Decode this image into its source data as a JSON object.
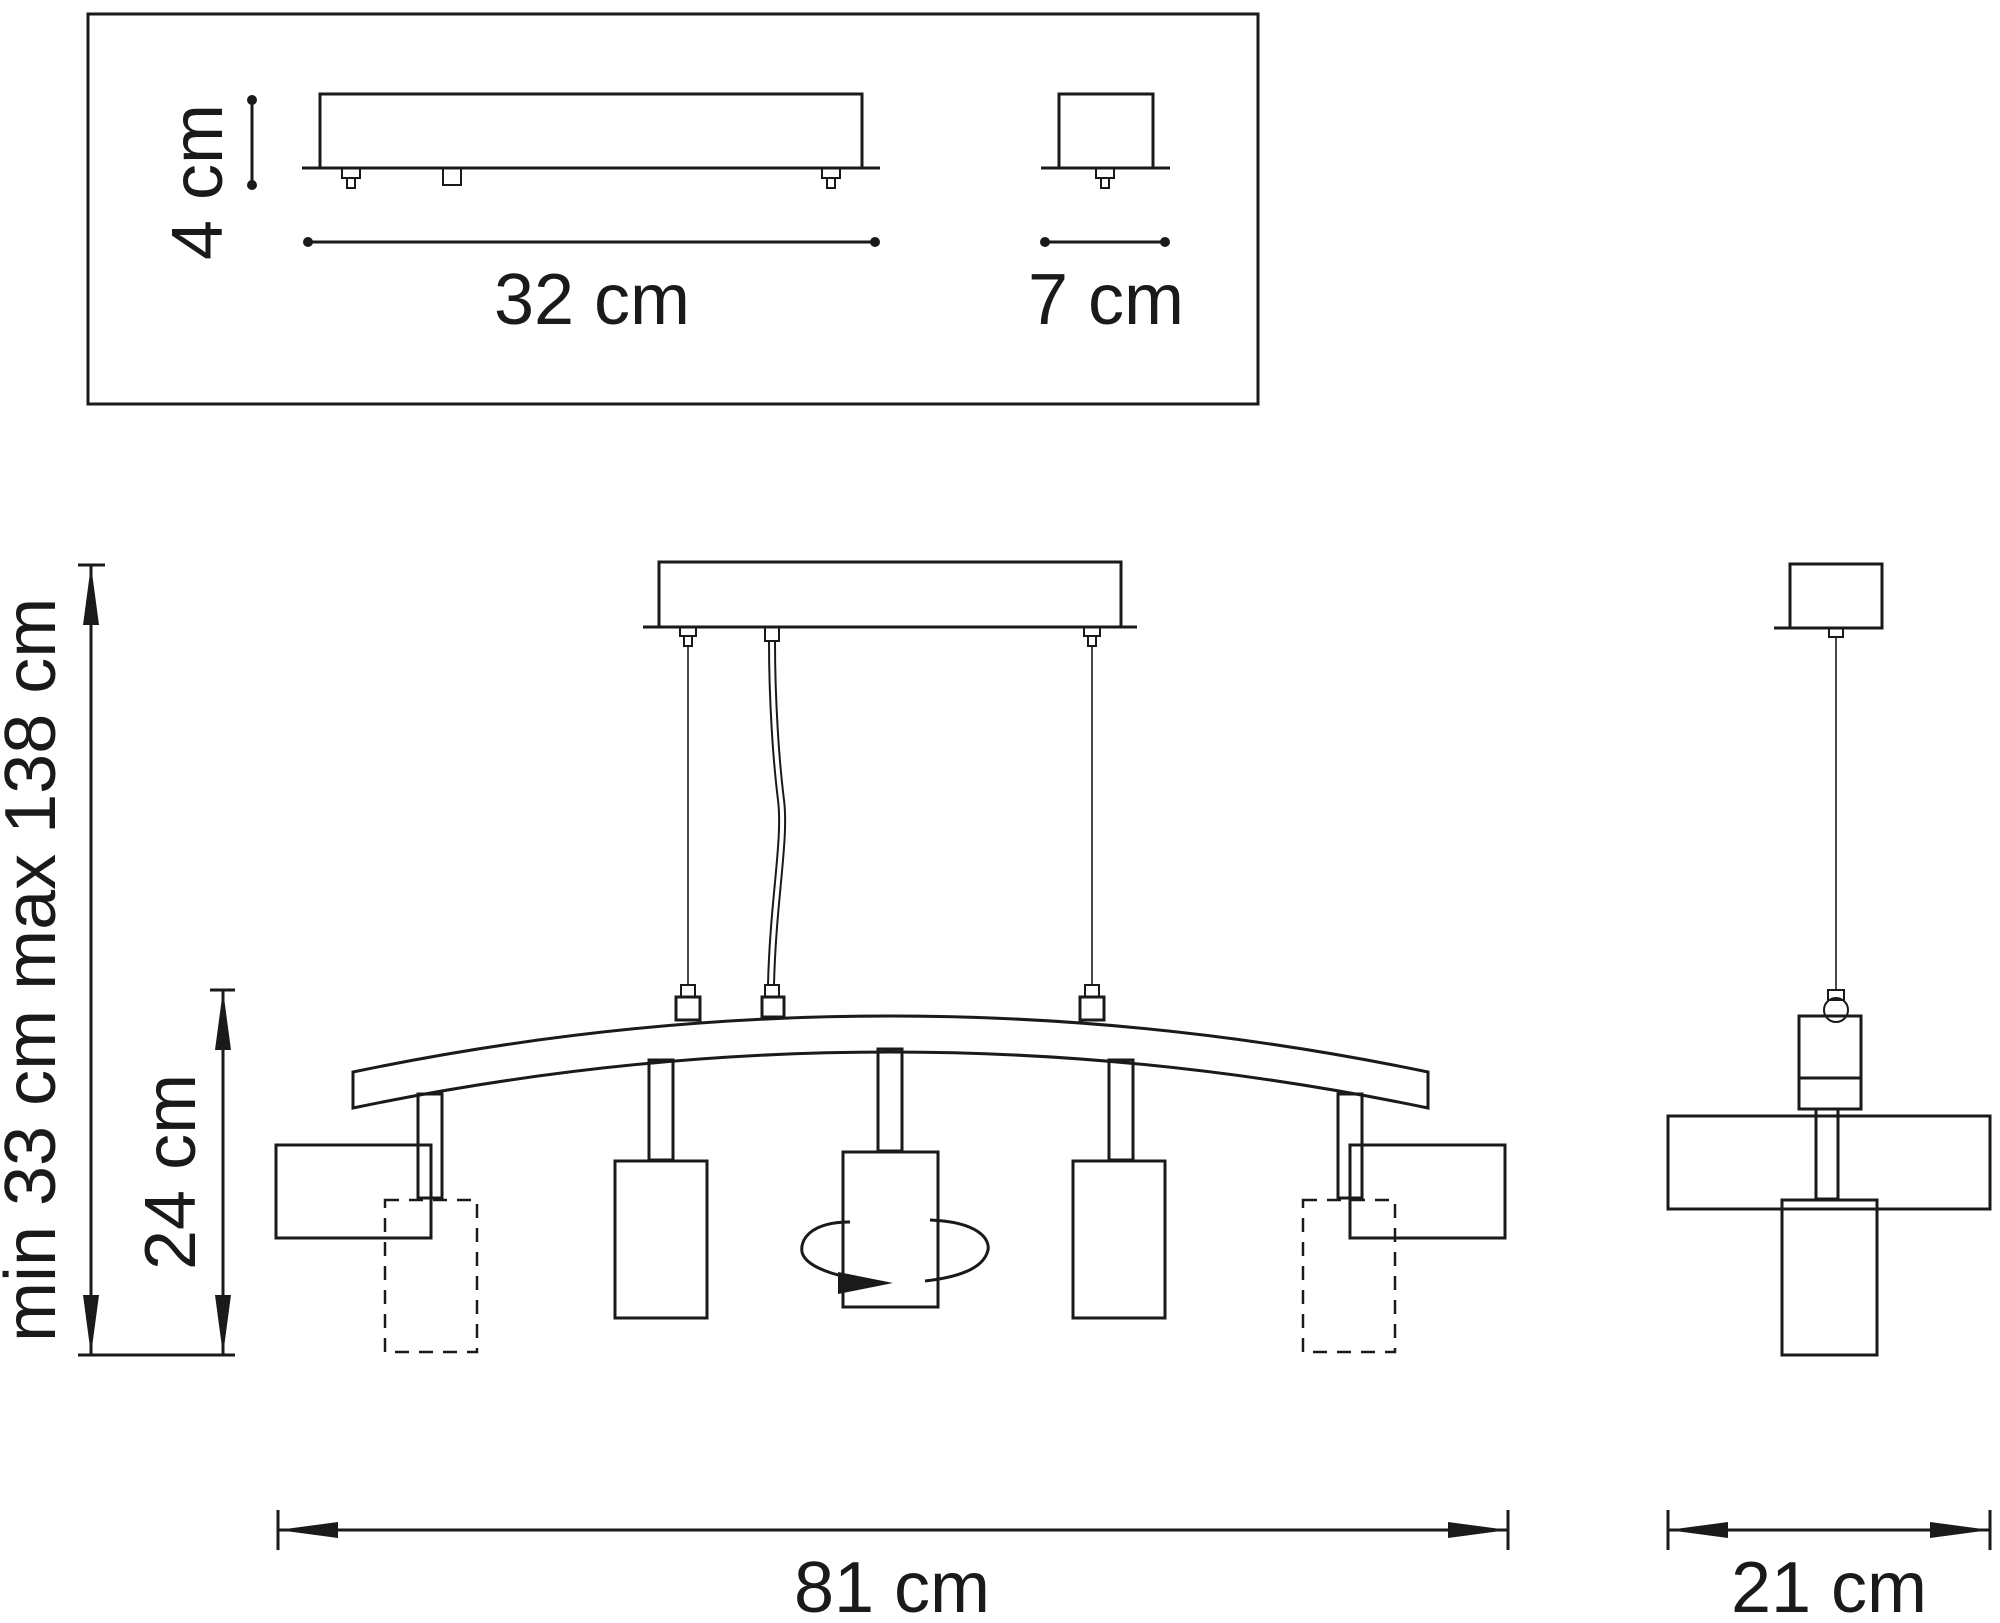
{
  "canopy_panel": {
    "height_label": "4 cm",
    "length_label": "32 cm",
    "width_label": "7 cm"
  },
  "fixture": {
    "drop_label": "min 33 cm max 138 cm",
    "body_height_label": "24 cm",
    "total_length_label": "81 cm",
    "depth_label": "21 cm"
  },
  "icons": [
    "rotation-arrow-icon"
  ],
  "colors": {
    "line": "#1a1a1a",
    "background": "#ffffff"
  }
}
